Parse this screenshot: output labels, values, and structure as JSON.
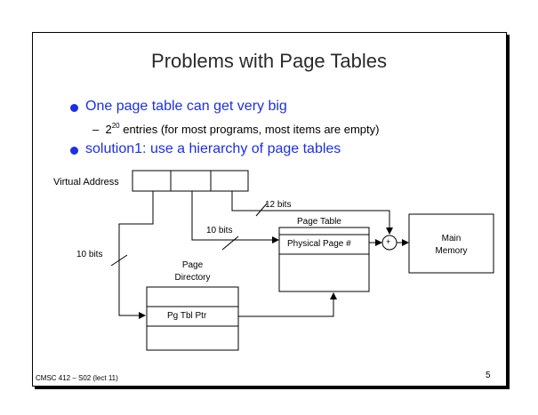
{
  "slide": {
    "title": "Problems with Page Tables",
    "bullets": [
      {
        "text": "One page table can get very big"
      },
      {
        "text": "solution1: use a hierarchy of page tables"
      }
    ],
    "sub_bullet": {
      "dash": "–",
      "base": "2",
      "exponent": "20",
      "rest": " entries (for most programs, most items are empty)"
    }
  },
  "diagram": {
    "virtual_address_label": "Virtual Address",
    "bits_12": "12 bits",
    "bits_10_a": "10 bits",
    "bits_10_b": "10 bits",
    "page_table_title": "Page Table",
    "physical_page": "Physical Page #",
    "plus": "+",
    "main_memory": [
      "Main",
      "Memory"
    ],
    "page_directory": [
      "Page",
      "Directory"
    ],
    "pg_tbl_ptr": "Pg Tbl Ptr"
  },
  "footer": {
    "left": "CMSC 412 – S02  (lect 11)",
    "page": "5"
  }
}
